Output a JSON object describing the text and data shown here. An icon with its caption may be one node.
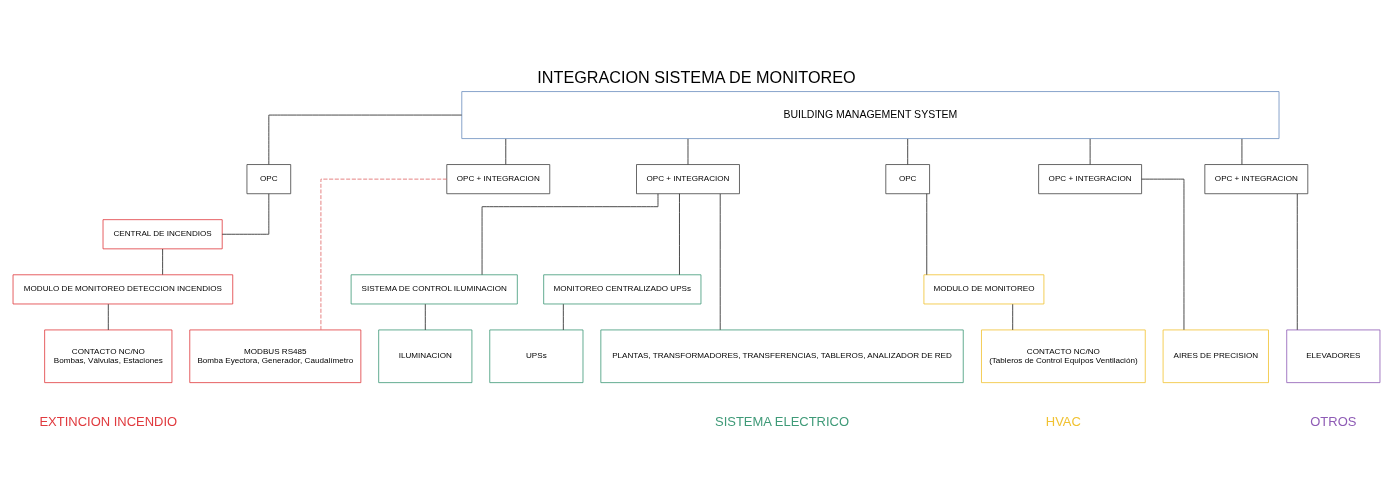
{
  "diagram": {
    "title": "INTEGRACION SISTEMA DE MONITOREO",
    "nodes": [
      {
        "text": [
          "BUILDING MANAGEMENT SYSTEM"
        ]
      },
      {
        "text": [
          "OPC"
        ]
      },
      {
        "text": [
          "OPC + INTEGRACION"
        ]
      },
      {
        "text": [
          "OPC + INTEGRACION"
        ]
      },
      {
        "text": [
          "OPC"
        ]
      },
      {
        "text": [
          "OPC + INTEGRACION"
        ]
      },
      {
        "text": [
          "OPC + INTEGRACION"
        ]
      },
      {
        "text": [
          "CENTRAL DE INCENDIOS"
        ]
      },
      {
        "text": [
          "MODULO DE MONITOREO DETECCION INCENDIOS"
        ]
      },
      {
        "text": [
          "SISTEMA DE CONTROL ILUMINACION"
        ]
      },
      {
        "text": [
          "MONITOREO CENTRALIZADO UPSs"
        ]
      },
      {
        "text": [
          "MODULO DE MONITOREO"
        ]
      },
      {
        "text": [
          "CONTACTO NC/NO",
          "Bombas, Válvulas, Estaciones"
        ]
      },
      {
        "text": [
          "MODBUS RS485",
          "Bomba Eyectora, Generador, Caudalímetro"
        ]
      },
      {
        "text": [
          "ILUMINACION"
        ]
      },
      {
        "text": [
          "PLANTAS, TRANSFORMADORES, TRANSFERENCIAS, TABLEROS, ANALIZADOR DE RED"
        ]
      },
      {
        "text": [
          "UPSs"
        ]
      },
      {
        "text": [
          "CONTACTO NC/NO",
          "(Tableros de Control Equipos Ventilación)"
        ]
      },
      {
        "text": [
          "AIRES DE PRECISION"
        ]
      },
      {
        "text": [
          "ELEVADORES"
        ]
      }
    ],
    "edges": [
      {
        "from": 0,
        "to": 1,
        "arrow": "none"
      },
      {
        "from": 0,
        "to": 2,
        "arrow": "none"
      },
      {
        "from": 0,
        "to": 3,
        "arrow": "none"
      },
      {
        "from": 0,
        "to": 4,
        "arrow": "none"
      },
      {
        "from": 0,
        "to": 5,
        "arrow": "none"
      },
      {
        "from": 0,
        "to": 6,
        "arrow": "none"
      },
      {
        "from": 1,
        "to": 7,
        "arrow": "none"
      },
      {
        "from": 7,
        "to": 8,
        "arrow": "none"
      },
      {
        "from": 8,
        "to": 12,
        "arrow": "none"
      },
      {
        "from": 2,
        "to": 13,
        "arrow": "none",
        "style": "dashed",
        "color": "#e06666"
      },
      {
        "from": 3,
        "to": 9,
        "arrow": "none"
      },
      {
        "from": 9,
        "to": 14,
        "arrow": "none"
      },
      {
        "from": 3,
        "to": 15,
        "arrow": "none"
      },
      {
        "from": 3,
        "to": 10,
        "arrow": "none"
      },
      {
        "from": 10,
        "to": 16,
        "arrow": "none"
      },
      {
        "from": 4,
        "to": 11,
        "arrow": "none"
      },
      {
        "from": 11,
        "to": 17,
        "arrow": "none"
      },
      {
        "from": 5,
        "to": 18,
        "arrow": "none"
      },
      {
        "from": 6,
        "to": 19,
        "arrow": "none"
      }
    ],
    "labels": [
      "EXTINCION INCENDIO",
      "SISTEMA ELECTRICO",
      "HVAC",
      "OTROS"
    ]
  }
}
